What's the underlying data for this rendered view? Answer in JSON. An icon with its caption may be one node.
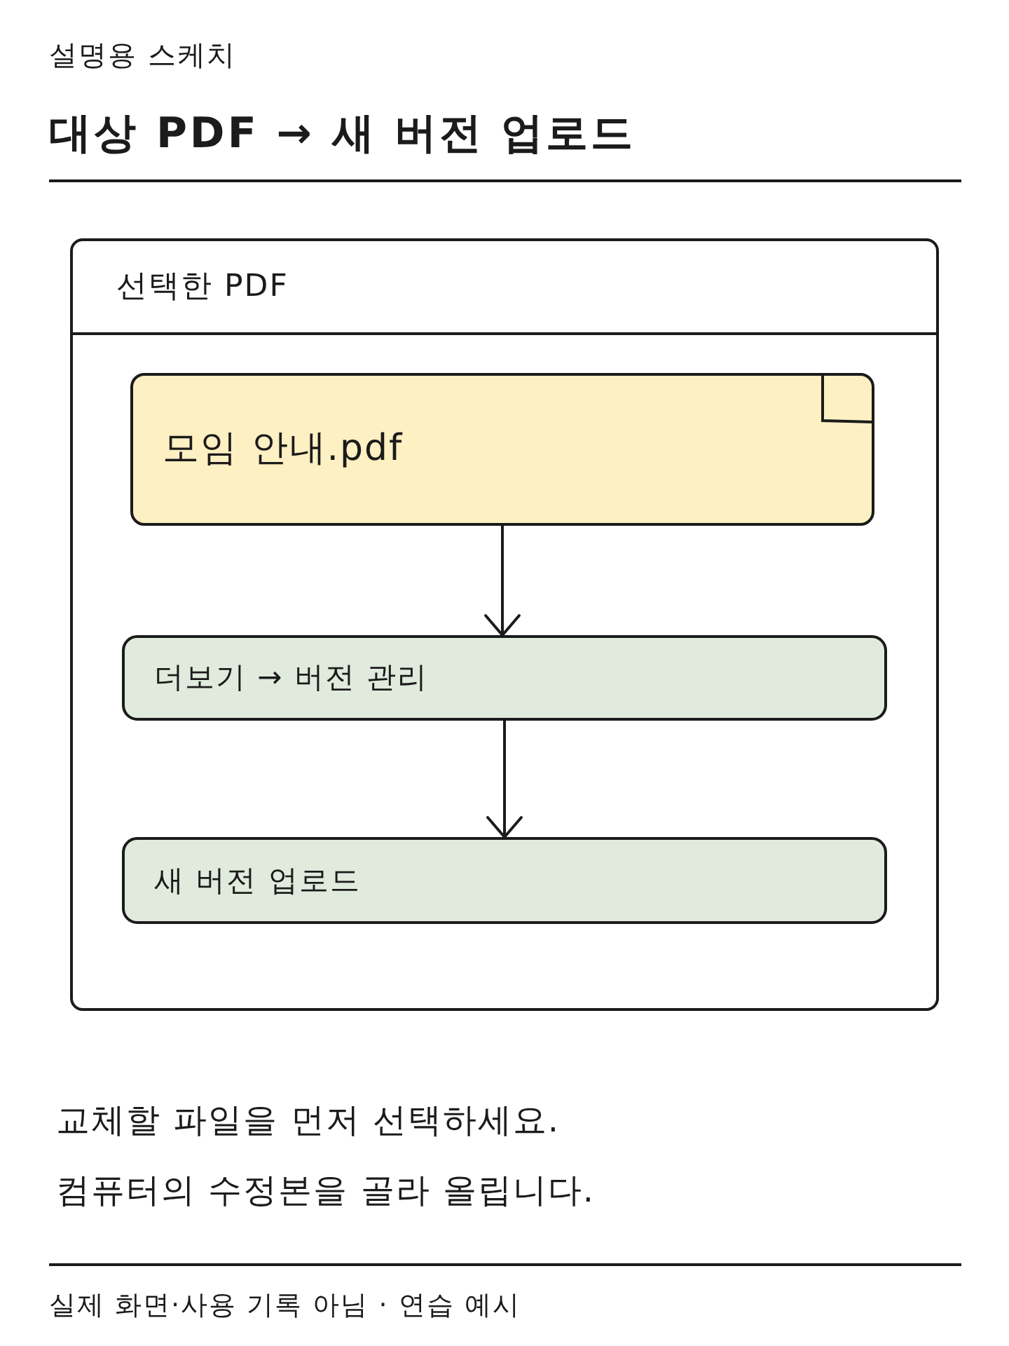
{
  "diagram": {
    "title": "대상 PDF → 새 버전 업로드",
    "nodes": [
      {
        "text": [
          "선택한 PDF"
        ]
      },
      {
        "text": [
          "모임 안내.pdf"
        ],
        "in": 0
      },
      {
        "text": [
          "더보기 → 버전 관리"
        ],
        "in": 0
      },
      {
        "text": [
          "새 버전 업로드"
        ],
        "in": 0
      }
    ],
    "edges": [
      {
        "from": 1,
        "to": 2,
        "arrow": "to"
      },
      {
        "from": 2,
        "to": 3,
        "arrow": "to"
      }
    ],
    "labels": [
      "설명용 스케치",
      "교체할 파일을 먼저 선택하세요.",
      "컴퓨터의 수정본을 골라 올립니다.",
      "실제 화면·사용 기록 아님 · 연습 예시"
    ]
  }
}
